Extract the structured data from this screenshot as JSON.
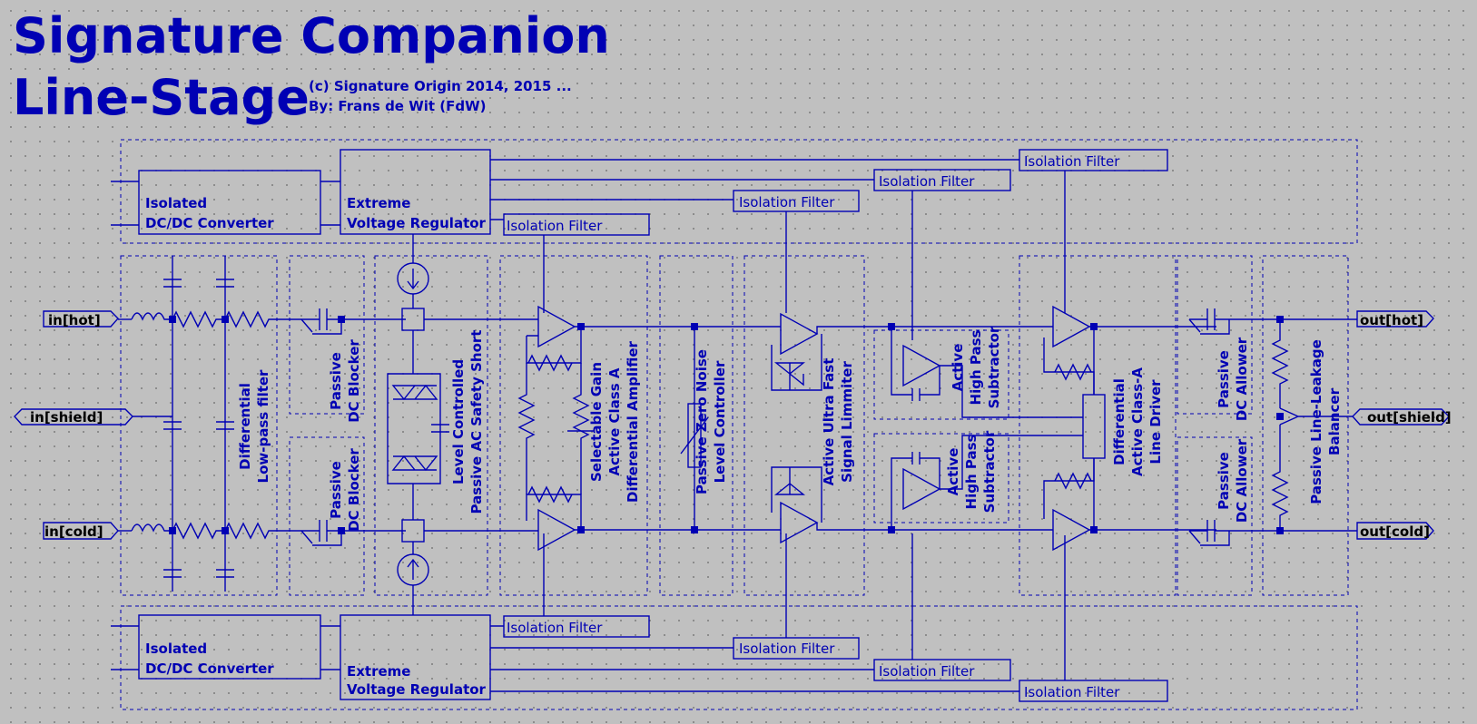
{
  "title": {
    "line1": "Signature Companion",
    "line2": "Line-Stage"
  },
  "copyright": "(c) Signature Origin 2014, 2015 ...",
  "author": "By: Frans de Wit (FdW)",
  "ports": {
    "in_hot": "in[hot]",
    "in_shield": "in[shield]",
    "in_cold": "in[cold]",
    "out_hot": "out[hot]",
    "out_shield": "out[shield]",
    "out_cold": "out[cold]"
  },
  "power": {
    "top": {
      "converter": [
        "Isolated",
        "DC/DC Converter"
      ],
      "regulator": [
        "Extreme",
        "Voltage Regulator"
      ],
      "filters": [
        "Isolation Filter",
        "Isolation Filter",
        "Isolation Filter",
        "Isolation Filter"
      ]
    },
    "bottom": {
      "converter": [
        "Isolated",
        "DC/DC Converter"
      ],
      "regulator": [
        "Extreme",
        "Voltage Regulator"
      ],
      "filters": [
        "Isolation Filter",
        "Isolation Filter",
        "Isolation Filter",
        "Isolation Filter"
      ]
    }
  },
  "blocks": {
    "lowpass": [
      "Differential",
      "Low-pass filter"
    ],
    "dc_blocker_top": [
      "Passive",
      "DC Blocker"
    ],
    "dc_blocker_bottom": [
      "Passive",
      "DC Blocker"
    ],
    "safety_short": [
      "Level Controlled",
      "Passive AC Safety Short"
    ],
    "diff_amp": [
      "Selectable Gain",
      "Active Class A",
      "Differential Amplifier"
    ],
    "level_ctrl": [
      "Passive Zero Noise",
      "Level Controller"
    ],
    "limiter": [
      "Active Ultra Fast",
      "Signal Limmiter"
    ],
    "hp_top": [
      "Active",
      "High Pass",
      "Subtractor"
    ],
    "hp_bottom": [
      "Active",
      "High Pass",
      "Subtractor"
    ],
    "line_driver": [
      "Differential",
      "Active Class-A",
      "Line Driver"
    ],
    "dc_allower_top": [
      "Passive",
      "DC Allower"
    ],
    "dc_allower_bottom": [
      "Passive",
      "DC Allower"
    ],
    "balancer": [
      "Passive Line-Leakage",
      "Balancer"
    ]
  }
}
